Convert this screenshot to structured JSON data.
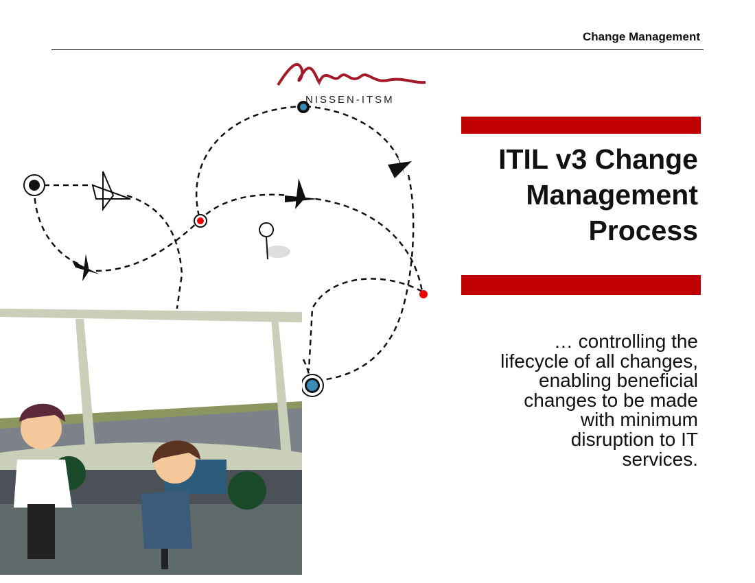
{
  "header": {
    "section_title": "Change Management"
  },
  "logo": {
    "script_text": "Nissen",
    "company": "NISSEN-ITSM"
  },
  "slide": {
    "title_lines": [
      "ITIL v3 Change",
      "Management",
      "Process"
    ],
    "body_lines": [
      "… controlling the",
      "lifecycle of all changes,",
      "enabling beneficial",
      "changes to be made",
      "with minimum",
      "disruption to IT",
      "services."
    ]
  },
  "colors": {
    "accent": "#c00000",
    "text": "#111111"
  }
}
